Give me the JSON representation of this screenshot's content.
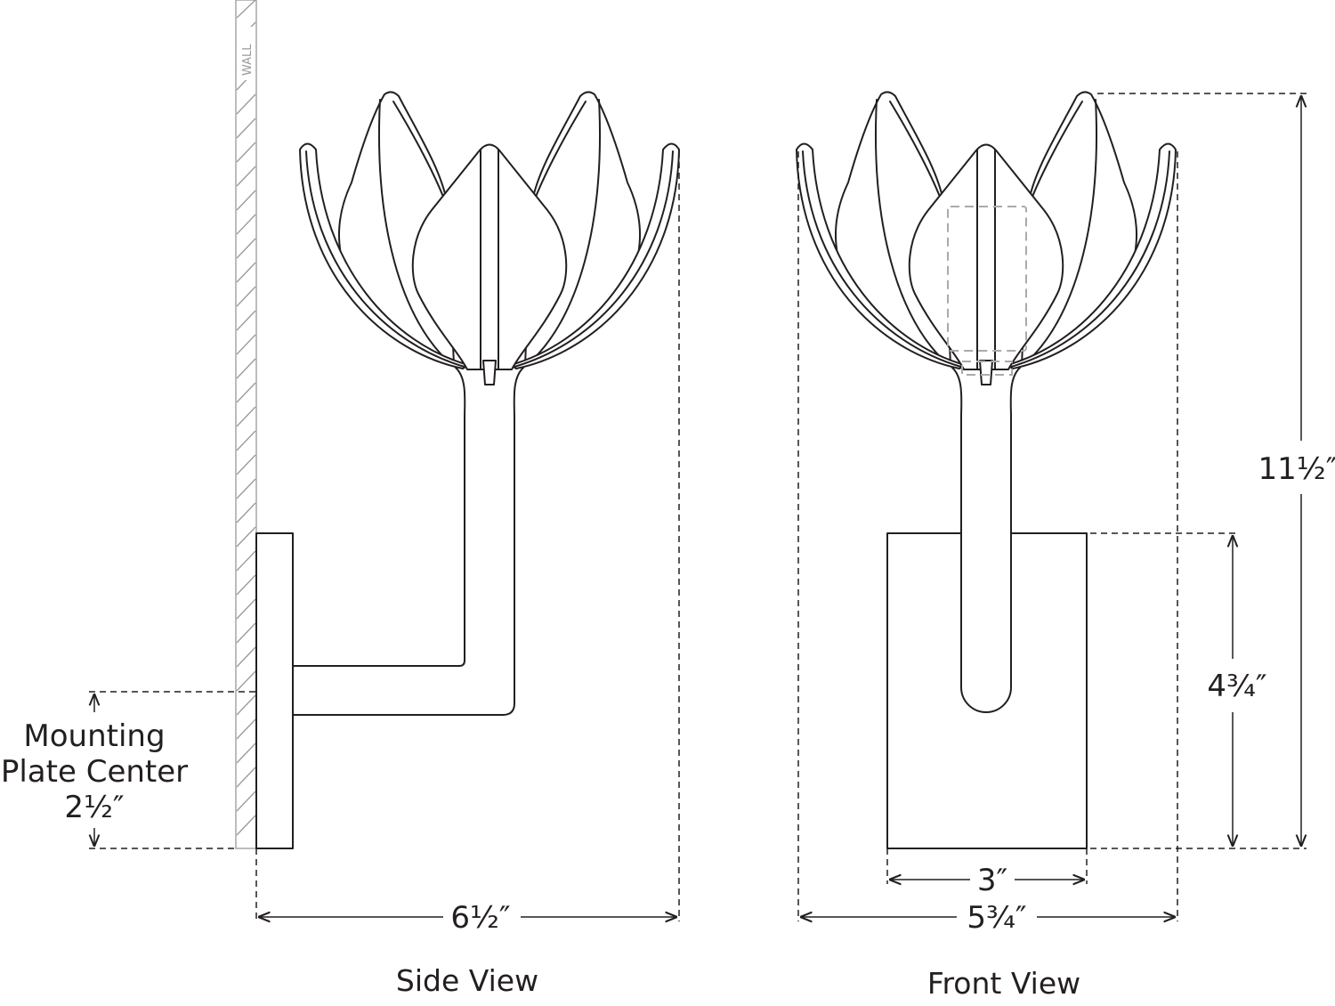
{
  "wall_label": "WALL",
  "side_view": {
    "title": "Side View",
    "depth": "6½″",
    "mounting_label_line1": "Mounting",
    "mounting_label_line2": "Plate Center",
    "mounting_value": "2½″"
  },
  "front_view": {
    "title": "Front View",
    "width": "5¾″",
    "backplate_width": "3″",
    "backplate_height": "4¾″",
    "overall_height": "11½″"
  }
}
